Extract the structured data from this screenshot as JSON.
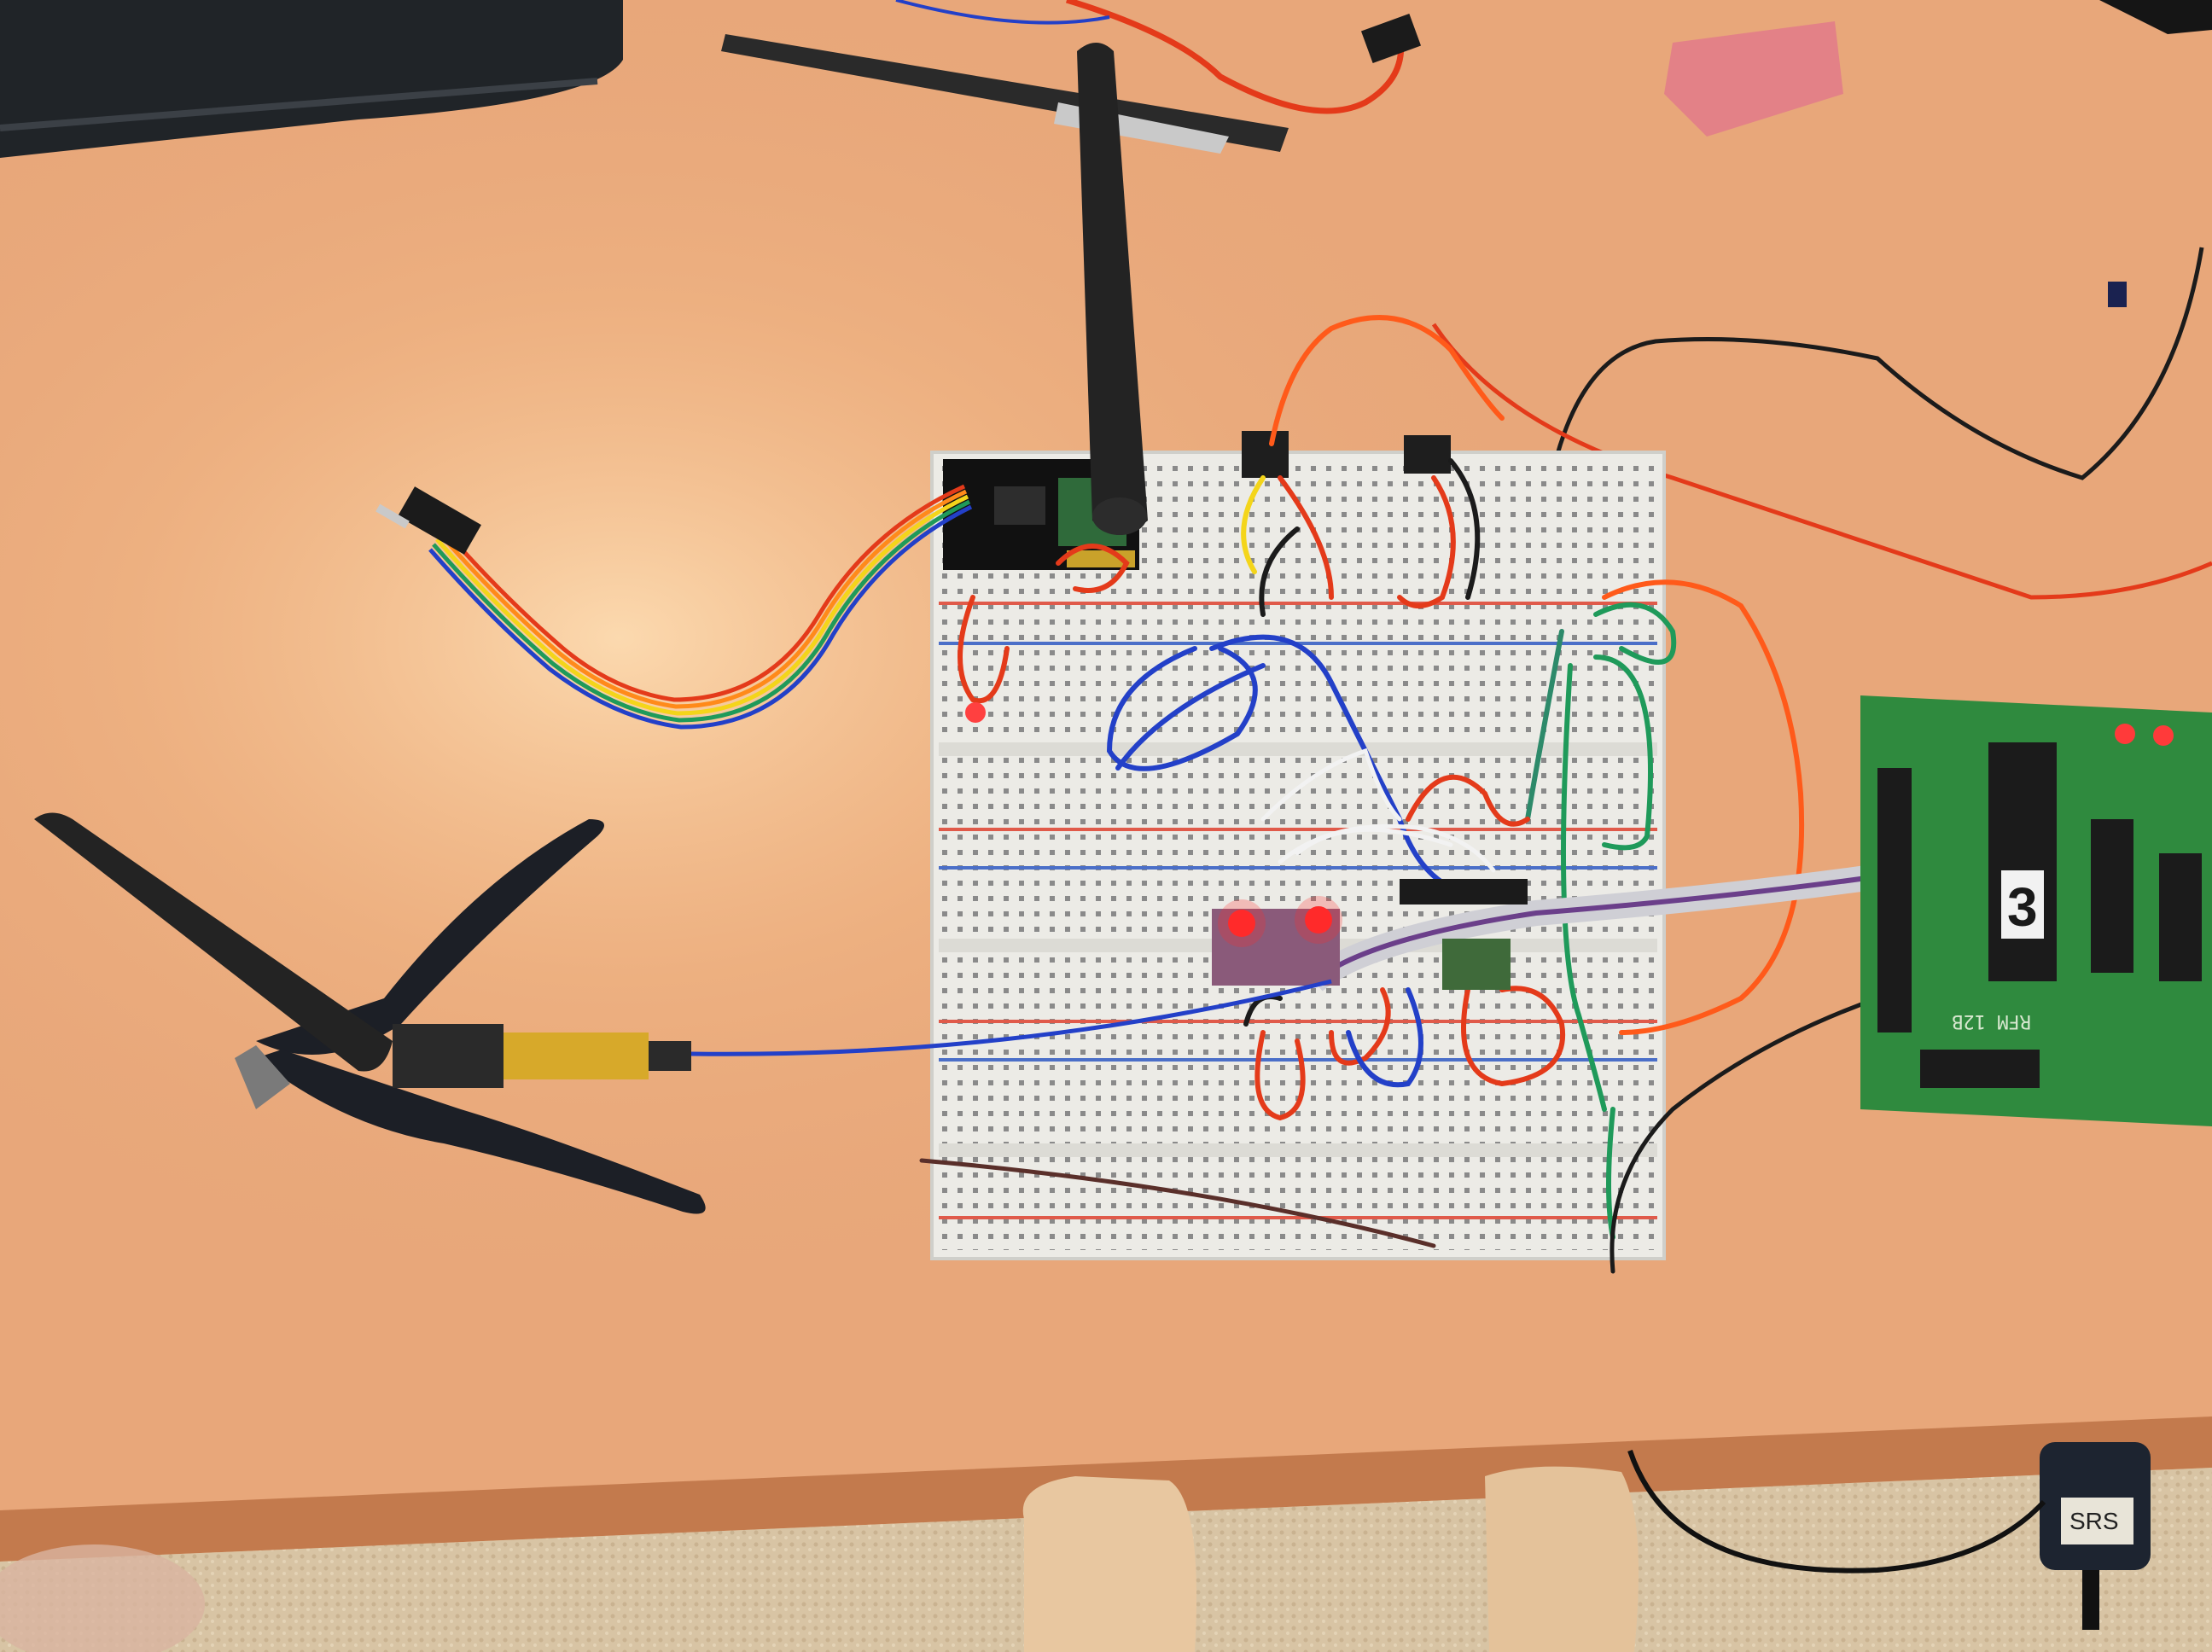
{
  "scene": {
    "colors": {
      "table": "#e8a77a",
      "table_dark": "#c97e52",
      "floor": "#d9c7a8",
      "breadboard": "#ecebe6",
      "breadboard_hole": "#7d7d7d",
      "rail_red": "#e05a4a",
      "rail_blue": "#4b6fc8",
      "pcb_green": "#2f8a3e",
      "wire_red": "#e43a1a",
      "wire_blue": "#2340c8",
      "wire_black": "#1b1b1b",
      "wire_green": "#1f9a5a",
      "wire_yellow": "#f4d51a",
      "wire_white": "#f2f2f2",
      "wire_orange": "#ff6a1a",
      "led_red": "#ff2a2a",
      "antenna": "#232323",
      "plier_handle": "#1c1f26",
      "brass": "#d7a92a"
    },
    "pcb_chip_label": "3",
    "pcb_silk": "RFM 12B",
    "plug_label": "SRS"
  }
}
